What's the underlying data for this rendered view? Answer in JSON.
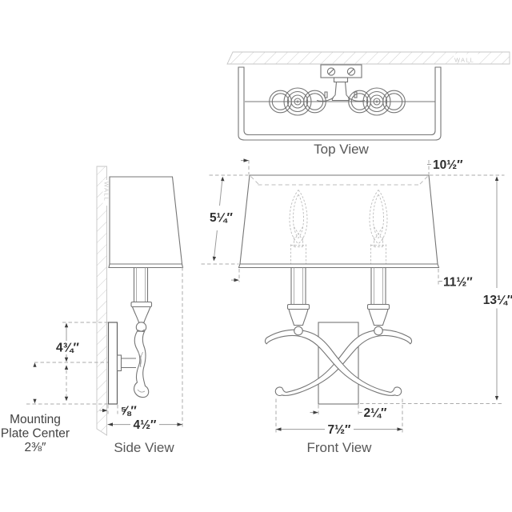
{
  "wall_label": "WALL",
  "views": {
    "top": "Top View",
    "side": "Side View",
    "front": "Front View"
  },
  "dims": {
    "shade_top_width": "10½″",
    "shade_height": "5¼″",
    "shade_bottom_width": "11½″",
    "overall_height": "13¼″",
    "backplate_width": "2¼″",
    "overall_width": "7½″",
    "backplate_height": "4¾″",
    "backplate_thickness": "⅝″",
    "projection": "4½″",
    "mounting_note": {
      "line1": "Mounting",
      "line2": "Plate Center",
      "line3": "2⅜″"
    }
  }
}
